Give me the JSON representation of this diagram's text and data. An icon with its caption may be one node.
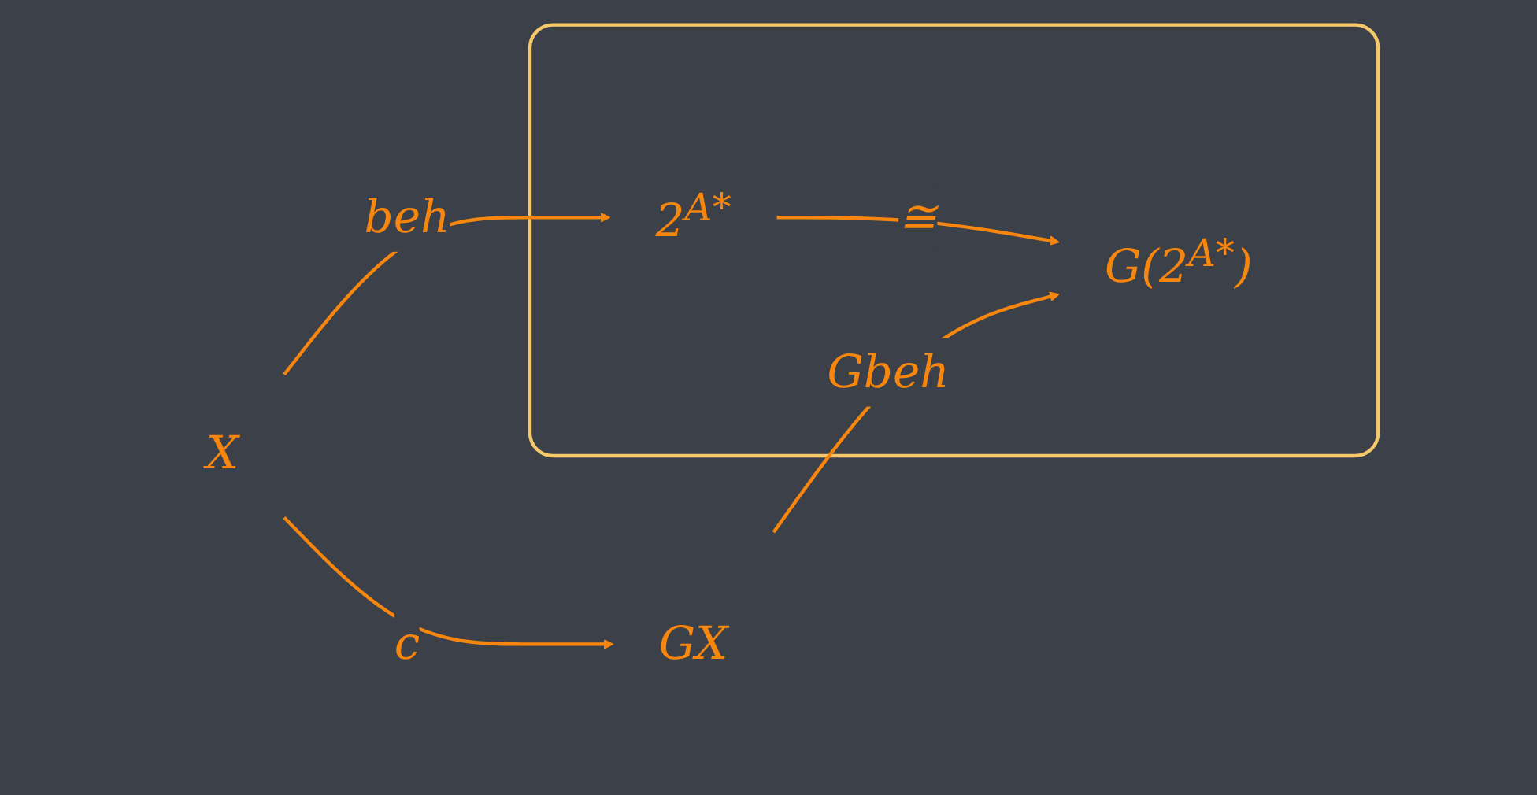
{
  "diagram": {
    "nodes": [
      {
        "text": [
          "X"
        ]
      },
      {
        "text": [],
        "shape": "box"
      },
      {
        "text": [
          "2$^{A*}$"
        ],
        "in": 1
      },
      {
        "text": [
          "GX"
        ]
      },
      {
        "text": [
          "G(2$^{A*}$)"
        ],
        "in": 1
      }
    ],
    "edges": [
      {
        "from": 0,
        "to": 2,
        "arrow": "to",
        "label": "beh"
      },
      {
        "from": 0,
        "to": 3,
        "arrow": "to",
        "label": "c"
      },
      {
        "from": 2,
        "to": 4,
        "arrow": "to",
        "label": "≅"
      },
      {
        "from": 3,
        "to": 4,
        "arrow": "to",
        "label": "Gbeh"
      }
    ]
  }
}
